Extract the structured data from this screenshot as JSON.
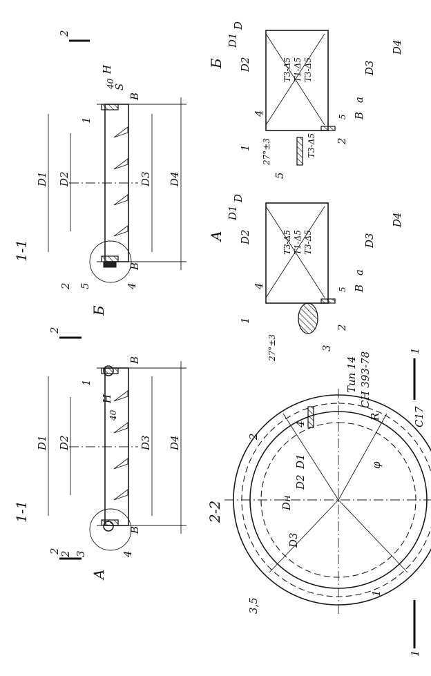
{
  "section_titles": {
    "section_1_1_left": "1-1",
    "section_1_1_right": "1-1",
    "section_2_2": "2-2",
    "detail_A": "A",
    "detail_B": "Б"
  },
  "dimension_labels": {
    "D1": "D1",
    "D2": "D2",
    "D3": "D3",
    "D4": "D4",
    "Dn": "Dн",
    "D": "D",
    "H": "H",
    "B": "B",
    "S": "S",
    "a": "a",
    "s5": "5",
    "s40": "40",
    "phi": "φ",
    "radius_label": "R"
  },
  "callouts": {
    "c1": "1",
    "c2": "2",
    "c3": "3",
    "c4": "4",
    "c5": "5",
    "c35": "3,5",
    "cut_1": "1",
    "cut_2": "2"
  },
  "weld_marks": {
    "t3_a": "Т3-Δ5",
    "t1_a": "Т1-Δ5",
    "t3_b": "Т3-Δ5",
    "t3_c": "Т3-Δ5",
    "t1_b": "Т1-Δ5",
    "t3_d": "Т3-Δ5",
    "t3_e": "Т3-Δ5"
  },
  "angles": {
    "angle_A": "27°±3",
    "angle_B": "27°±3"
  },
  "notes": {
    "cord_type": "Тип 14",
    "cord_standard": "СН 393-78",
    "weld_c17": "С17"
  }
}
